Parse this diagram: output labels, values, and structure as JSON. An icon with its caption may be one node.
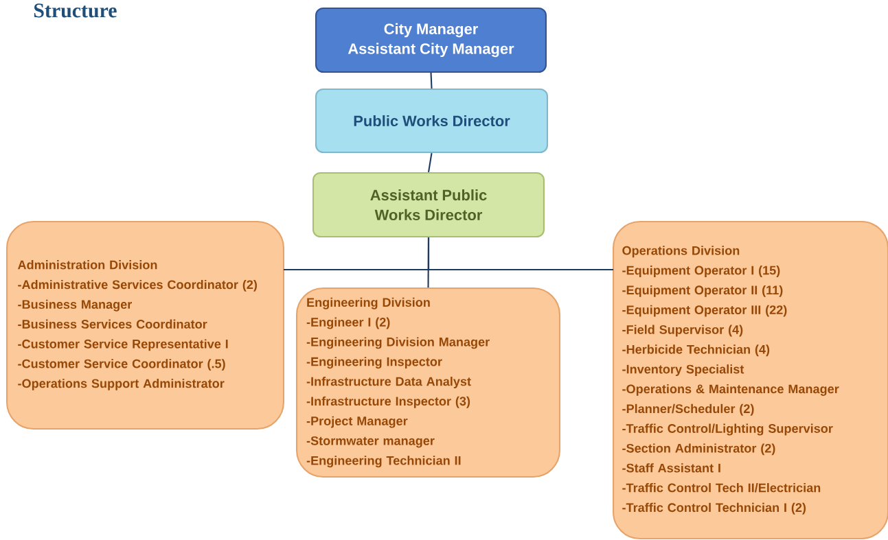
{
  "diagram": {
    "title": "Structure",
    "nodes": [
      {
        "text": [
          "City Manager",
          "Assistant City Manager"
        ]
      },
      {
        "text": [
          "Public Works Director"
        ]
      },
      {
        "text": [
          "Assistant Public Works Director"
        ]
      },
      {
        "text": [
          "Administration Division",
          "-Administrative Services Coordinator (2)",
          "-Business Manager",
          "-Business Services Coordinator",
          "-Customer Service Representative I",
          "-Customer Service Coordinator (.5)",
          "-Operations Support Administrator"
        ]
      },
      {
        "text": [
          "Engineering Division",
          "-Engineer I (2)",
          "-Engineering Division Manager",
          "-Engineering Inspector",
          "-Infrastructure Data Analyst",
          "-Infrastructure Inspector (3)",
          "-Project Manager",
          "-Stormwater manager",
          "-Engineering Technician II"
        ]
      },
      {
        "text": [
          "Operations Division",
          "-Equipment Operator I (15)",
          "-Equipment Operator II (11)",
          "-Equipment Operator III (22)",
          "-Field Supervisor (4)",
          "-Herbicide Technician (4)",
          "-Inventory Specialist",
          "-Operations & Maintenance Manager",
          "-Planner/Scheduler (2)",
          "-Traffic Control/Lighting Supervisor",
          "-Section Administrator (2)",
          "-Staff Assistant I",
          "-Traffic Control Tech II/Electrician",
          "-Traffic Control Technician I (2)"
        ]
      }
    ],
    "edges": [
      {
        "from": 0,
        "to": 1,
        "arrow": "none"
      },
      {
        "from": 1,
        "to": 2,
        "arrow": "none"
      },
      {
        "from": 2,
        "to": 3,
        "arrow": "none"
      },
      {
        "from": 2,
        "to": 4,
        "arrow": "none"
      },
      {
        "from": 2,
        "to": 5,
        "arrow": "none"
      }
    ]
  }
}
